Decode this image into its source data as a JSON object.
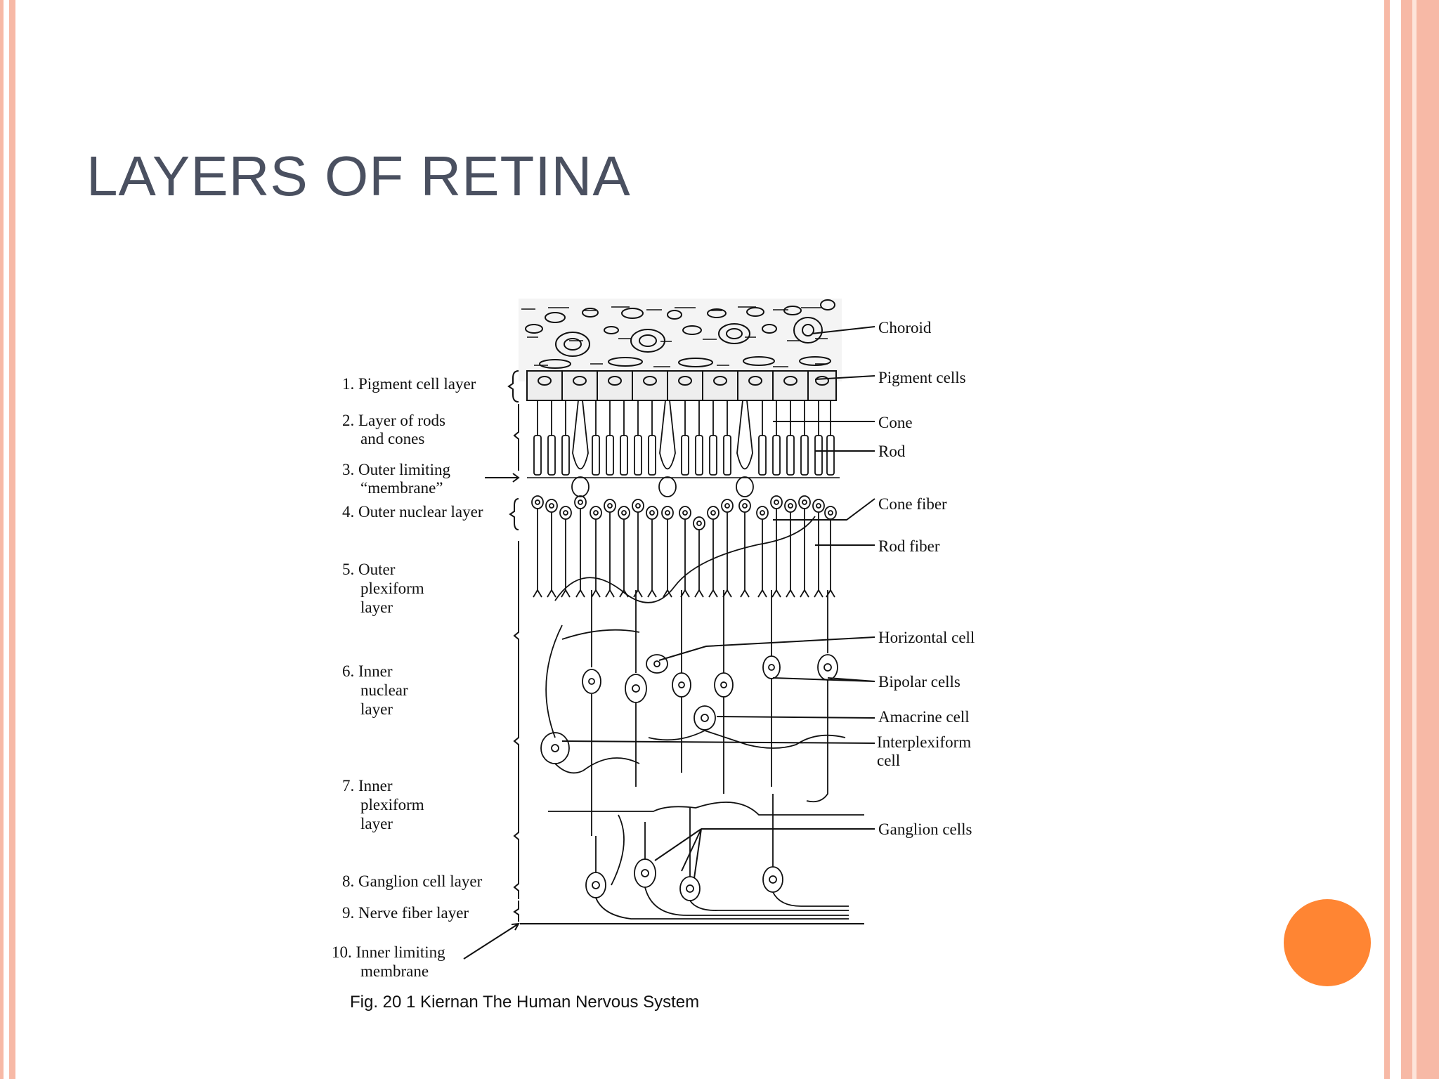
{
  "slide": {
    "title": "LAYERS OF RETINA"
  },
  "colors": {
    "title": "#4a5060",
    "frame": "#f7b9a6",
    "accent_dot": "#ff8533"
  },
  "diagram": {
    "layers": [
      {
        "lines": [
          "1. Pigment cell layer"
        ]
      },
      {
        "lines": [
          "2. Layer of rods",
          "and cones"
        ]
      },
      {
        "lines": [
          "3. Outer limiting",
          "“membrane”"
        ]
      },
      {
        "lines": [
          "4. Outer nuclear layer"
        ]
      },
      {
        "lines": [
          "5. Outer",
          "plexiform",
          "layer"
        ]
      },
      {
        "lines": [
          "6. Inner",
          "nuclear",
          "layer"
        ]
      },
      {
        "lines": [
          "7. Inner",
          "plexiform",
          "layer"
        ]
      },
      {
        "lines": [
          "8. Ganglion cell layer"
        ]
      },
      {
        "lines": [
          "9. Nerve fiber layer"
        ]
      },
      {
        "lines": [
          "10. Inner limiting",
          "membrane"
        ]
      }
    ],
    "structures": [
      {
        "lines": [
          "Choroid"
        ]
      },
      {
        "lines": [
          "Pigment cells"
        ]
      },
      {
        "lines": [
          "Cone"
        ]
      },
      {
        "lines": [
          "Rod"
        ]
      },
      {
        "lines": [
          "Cone fiber"
        ]
      },
      {
        "lines": [
          "Rod fiber"
        ]
      },
      {
        "lines": [
          "Horizontal cell"
        ]
      },
      {
        "lines": [
          "Bipolar cells"
        ]
      },
      {
        "lines": [
          "Amacrine cell"
        ]
      },
      {
        "lines": [
          "Interplexiform",
          "cell"
        ]
      },
      {
        "lines": [
          "Ganglion cells"
        ]
      }
    ],
    "caption": "Fig. 20 1 Kiernan   The Human Nervous System"
  }
}
